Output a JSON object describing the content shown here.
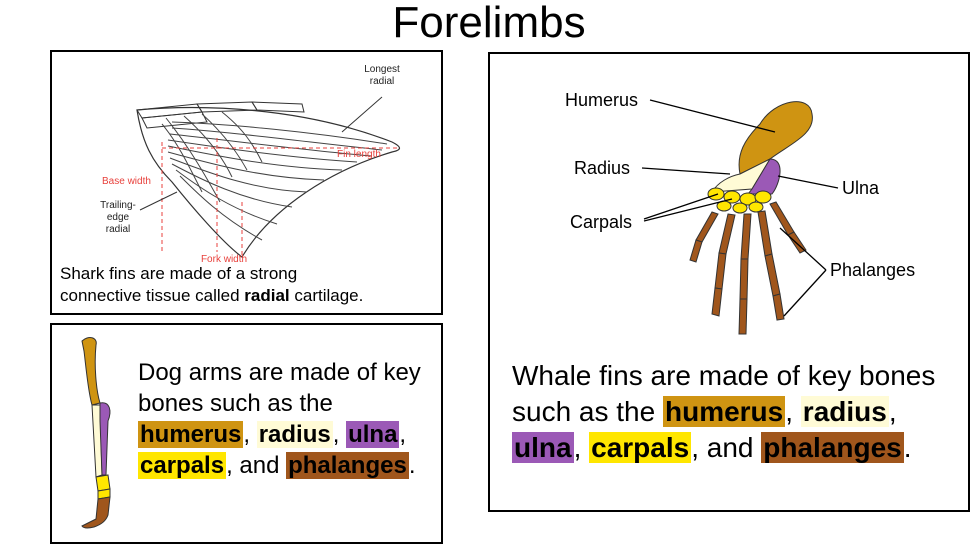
{
  "title": "Forelimbs",
  "colors": {
    "humerus": "#cf9412",
    "radius": "#fffbd6",
    "ulna": "#9b59b6",
    "carpals": "#ffe600",
    "phalanges": "#a0561c",
    "shark_annotation": "#e8413c"
  },
  "shark": {
    "diagram_labels": {
      "longest_radial_line1": "Longest",
      "longest_radial_line2": "radial",
      "fin_length": "Fin length",
      "base_width": "Base width",
      "trailing_line1": "Trailing-",
      "trailing_line2": "edge",
      "trailing_line3": "radial",
      "fork_width": "Fork width"
    },
    "caption": {
      "line1": "Shark fins are made of a strong",
      "line2_before": "connective tissue called ",
      "line2_bold": "radial",
      "line2_after": " cartilage."
    }
  },
  "dog": {
    "caption": {
      "part1": "Dog arms are made of key bones such as the ",
      "humerus": "humerus",
      "sep1": ", ",
      "radius": "radius",
      "sep2": ", ",
      "ulna": "ulna",
      "sep3": ", ",
      "carpals": "carpals",
      "sep4": ", and ",
      "phalanges": "phalanges",
      "end": "."
    }
  },
  "whale": {
    "diagram_labels": {
      "humerus": "Humerus",
      "radius": "Radius",
      "carpals": "Carpals",
      "ulna": "Ulna",
      "phalanges": "Phalanges"
    },
    "caption": {
      "part1": "Whale fins are made of key bones such as the ",
      "humerus": "humerus",
      "sep1": ", ",
      "radius": "radius",
      "sep2": ", ",
      "ulna": "ulna",
      "sep3": ", ",
      "carpals": "carpals",
      "sep4": ", and ",
      "phalanges": "phalanges",
      "end": "."
    }
  }
}
